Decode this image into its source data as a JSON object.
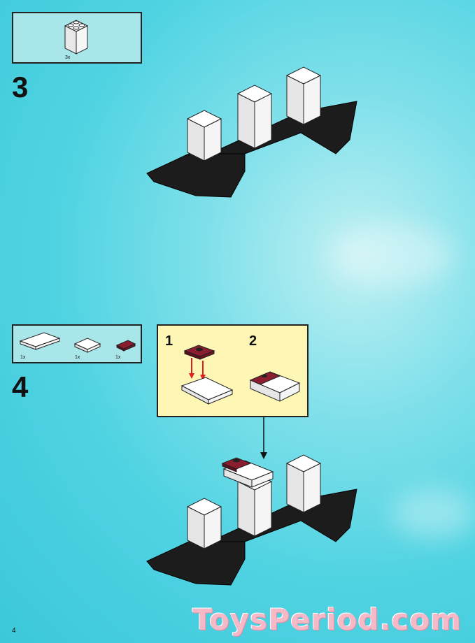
{
  "page_number": "4",
  "watermark": "ToysPeriod.com",
  "step3": {
    "number": "3",
    "parts": [
      {
        "name": "white-brick-2x2",
        "qty": "3x"
      }
    ]
  },
  "step4": {
    "number": "4",
    "parts": [
      {
        "name": "white-plate-2x4",
        "qty": "1x"
      },
      {
        "name": "white-plate-2x2",
        "qty": "1x"
      },
      {
        "name": "dark-red-tile-1x2",
        "qty": "1x"
      }
    ],
    "substeps": [
      "1",
      "2"
    ]
  },
  "colors": {
    "black_plate": "#1c1c1c",
    "white_brick": "#ffffff",
    "dark_red": "#7a1626",
    "arrow_red": "#e02020",
    "sub_box": "#fdf6b4",
    "parts_box": "#a8e6ea"
  }
}
